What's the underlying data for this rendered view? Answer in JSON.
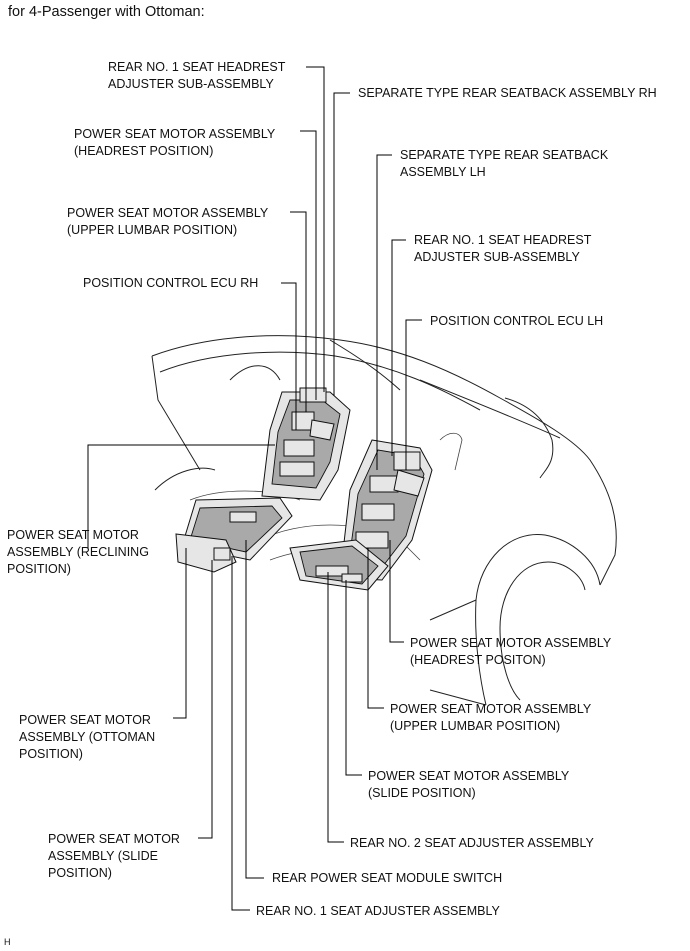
{
  "heading": "for 4-Passenger with Ottoman:",
  "code": "H",
  "callouts": {
    "rh_headrest_adjuster": "REAR NO. 1 SEAT HEADREST\nADJUSTER SUB-ASSEMBLY",
    "seatback_rh": "SEPARATE TYPE REAR SEATBACK ASSEMBLY RH",
    "motor_headrest_rh": "POWER SEAT MOTOR ASSEMBLY\n(HEADREST POSITION)",
    "seatback_lh": "SEPARATE TYPE REAR SEATBACK\nASSEMBLY LH",
    "motor_upper_lumbar_rh": "POWER SEAT MOTOR ASSEMBLY\n(UPPER LUMBAR POSITION)",
    "lh_headrest_adjuster": "REAR NO. 1 SEAT HEADREST\nADJUSTER SUB-ASSEMBLY",
    "ecu_rh": "POSITION CONTROL ECU RH",
    "ecu_lh": "POSITION CONTROL ECU LH",
    "motor_reclining": "POWER SEAT MOTOR\nASSEMBLY (RECLINING\nPOSITION)",
    "motor_headrest_lh": "POWER SEAT MOTOR ASSEMBLY\n(HEADREST POSITON)",
    "motor_upper_lumbar_lh": "POWER SEAT MOTOR ASSEMBLY\n(UPPER LUMBAR POSITION)",
    "motor_ottoman": "POWER SEAT MOTOR\nASSEMBLY (OTTOMAN\nPOSITION)",
    "motor_slide_right": "POWER SEAT MOTOR ASSEMBLY\n(SLIDE POSITION)",
    "motor_slide_left": "POWER SEAT MOTOR\nASSEMBLY (SLIDE\nPOSITION)",
    "rear_no2_adjuster": "REAR NO. 2 SEAT ADJUSTER ASSEMBLY",
    "module_switch": "REAR POWER SEAT MODULE SWITCH",
    "rear_no1_adjuster": "REAR NO. 1 SEAT ADJUSTER ASSEMBLY"
  }
}
